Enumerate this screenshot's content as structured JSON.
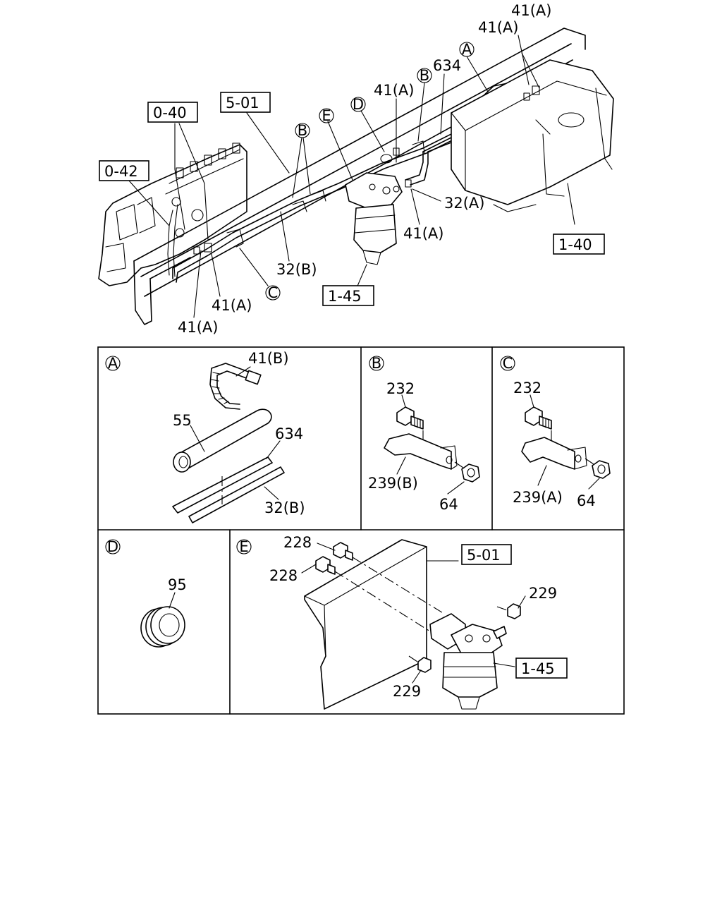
{
  "refs": {
    "r040": "0-40",
    "r042": "0-42",
    "r501": "5-01",
    "r140": "1-40",
    "r145": "1-45",
    "r501e": "5-01",
    "r145e": "1-45"
  },
  "callouts": {
    "a": "A",
    "b": "B",
    "c": "C",
    "d": "D",
    "e": "E"
  },
  "main_labels": {
    "l41a_top1": "41(A)",
    "l41a_top2": "41(A)",
    "l634": "634",
    "l41a_mid": "41(A)",
    "l32a": "32(A)",
    "l41a_right": "41(A)",
    "l32b": "32(B)",
    "l41a_left1": "41(A)",
    "l41a_left2": "41(A)"
  },
  "panels": {
    "A": {
      "tag": "A",
      "p41b": "41(B)",
      "p55": "55",
      "p634": "634",
      "p32b": "32(B)"
    },
    "B": {
      "tag": "B",
      "p232": "232",
      "p239": "239(B)",
      "p64": "64"
    },
    "C": {
      "tag": "C",
      "p232": "232",
      "p239": "239(A)",
      "p64": "64"
    },
    "D": {
      "tag": "D",
      "p95": "95"
    },
    "E": {
      "tag": "E",
      "p228a": "228",
      "p228b": "228",
      "p229a": "229",
      "p229b": "229"
    }
  }
}
